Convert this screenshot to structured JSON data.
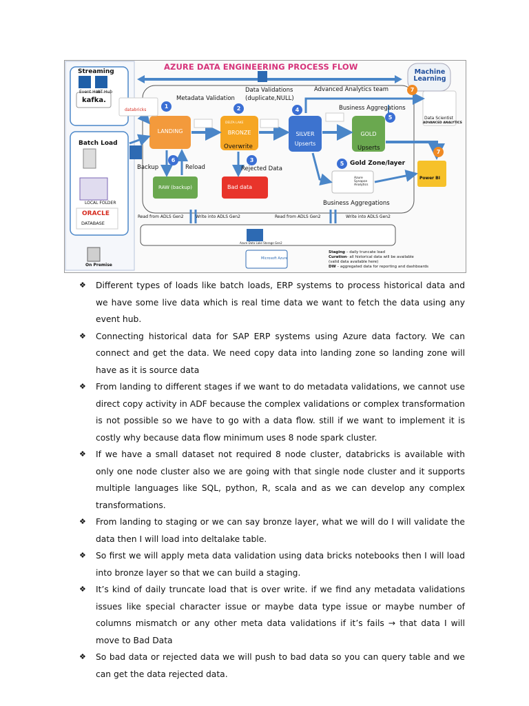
{
  "figure": {
    "title": "AZURE DATA ENGINEERING PROCESS FLOW",
    "streaming_label": "Streaming",
    "streaming_icons": [
      "Event Hub",
      "IoT Hub"
    ],
    "kafka_label": "kafka.",
    "batch_load_label": "Batch Load",
    "local_folder_label": "LOCAL FOLDER",
    "oracle_label": "ORACLE",
    "database_label": "DATABASE",
    "on_premise_label": "On Premise",
    "databricks_label": "databricks",
    "metadata_validation": "Metadata Validation",
    "data_validations": "Data Validations",
    "data_validations_sub": "(duplicate,NULL)",
    "advanced_analytics_team": "Advanced Analytics team",
    "business_aggregations_top": "Business Aggregations",
    "business_aggregations_bottom": "Business Aggregations",
    "machine_learning": "Machine Learning",
    "data_scientist": "Data Scientist",
    "advanced_analytics": "ADVANCED ANALYTICS",
    "landing": "LANDING",
    "bronze": "BRONZE",
    "overwrite": "Overwrite",
    "silver": "SILVER",
    "silver_upserts": "Upserts",
    "gold": "GOLD",
    "gold_upserts": "Upserts",
    "delta_lake": "DELTA LAKE",
    "backup": "Backup",
    "reload": "Reload",
    "raw_backup": "RAW (backup)",
    "rejected_data": "Rejected Data",
    "bad_data": "Bad data",
    "gold_zone": "Gold Zone/layer",
    "azure_synapse": "Azure Synapse Analytics",
    "power_bi": "Power BI",
    "read_adls_1": "Read from ADLS Gen2",
    "write_adls_1": "Write into ADLS Gen2",
    "read_adls_2": "Read from ADLS Gen2",
    "write_adls_2": "Write into ADLS Gen2",
    "storage_label": "Azure Data Lake Storage Gen2",
    "azure_label": "Microsoft Azure",
    "numbers": [
      "1",
      "2",
      "3",
      "4",
      "5",
      "5",
      "6",
      "7",
      "7"
    ],
    "legend": {
      "staging_key": "Staging",
      "staging_text": "– daily truncate load",
      "curation_key": "Curation",
      "curation_text": "- all historical data will be available",
      "curation_sub": "(valid data available here)",
      "dw_key": "DW",
      "dw_text": "– aggregated data for reporting and dashboards"
    }
  },
  "bullet_marker": "❖",
  "bullets": [
    "Different types of loads like batch loads, ERP systems to process historical data and we have some live data which is real time data we want to fetch the data using any event hub.",
    "Connecting historical data for SAP ERP systems using Azure data factory. We can connect and get the data. We need copy data into landing zone so landing zone will have as it is source data",
    "From landing to different stages if we want to do metadata validations, we cannot use direct copy activity in ADF because the complex validations or complex transformation is not possible so we have to go with a data flow. still if we want to implement it is costly why because data flow minimum uses 8 node spark cluster.",
    "If we have a small dataset not required 8 node cluster,  databricks is available with only one node cluster also we are going with that single node cluster and it supports multiple languages like SQL, python, R, scala and as we can develop any complex transformations.",
    "From landing to staging or we can say bronze layer, what we will do I will validate the data then I will load into deltalake table.",
    "So first we will apply meta data validation using data bricks notebooks then I will load into bronze layer so that we can build a staging.",
    "It’s kind of daily truncate load that is over write. if we find any metadata validations issues like special character issue or maybe data type issue or maybe number of columns mismatch or any other meta data validations if it’s fails → that data I will move to Bad Data",
    "So bad data or rejected data we will push to bad data so you can query table and we can get the data rejected data."
  ]
}
